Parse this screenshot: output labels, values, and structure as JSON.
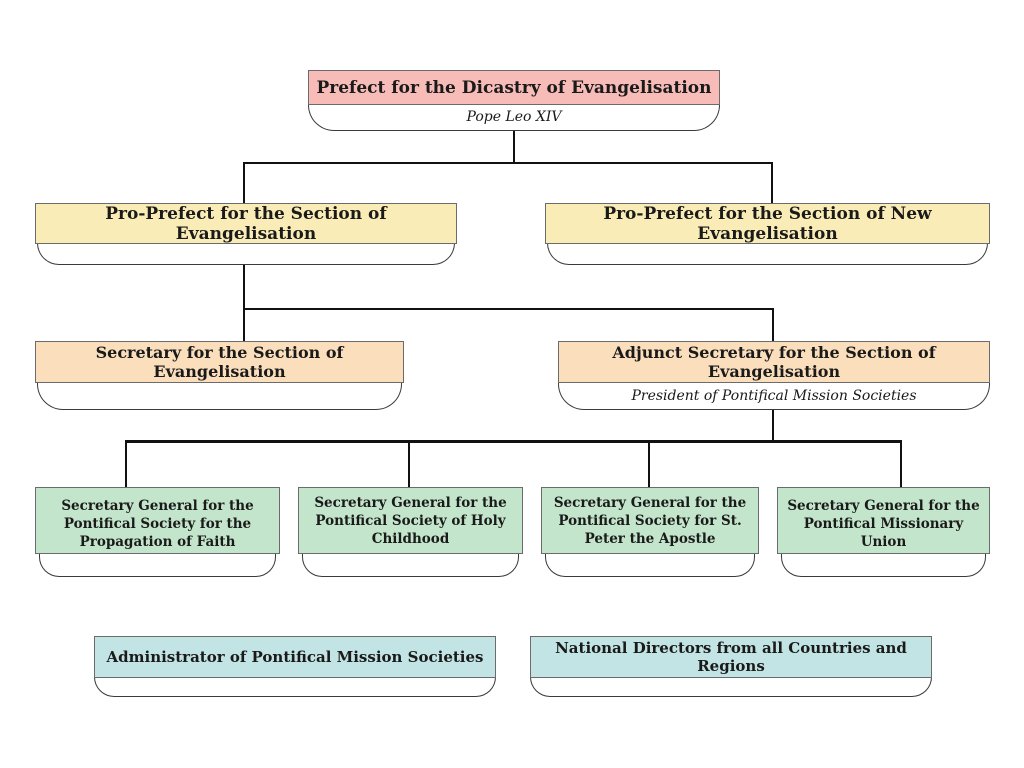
{
  "colors": {
    "prefect": "#f8bcb8",
    "pro_prefect": "#f9ecb6",
    "secretary": "#fbdfbd",
    "secretary_general": "#c3e5cb",
    "administration": "#c3e4e4",
    "lines": "#111111"
  },
  "prefect": {
    "title": "Prefect for the Dicastry of Evangelisation",
    "holder": "Pope Leo XIV"
  },
  "pro_prefects": [
    {
      "title": "Pro-Prefect for the Section of Evangelisation",
      "holder": ""
    },
    {
      "title": "Pro-Prefect for the Section of New Evangelisation",
      "holder": ""
    }
  ],
  "secretaries": [
    {
      "title": "Secretary for the Section of Evangelisation",
      "holder": ""
    },
    {
      "title": "Adjunct Secretary for the Section of Evangelisation",
      "holder": "President of Pontifical Mission Societies"
    }
  ],
  "secretaries_general": [
    {
      "title": "Secretary General for the Pontifical Society for the Propagation of Faith"
    },
    {
      "title": "Secretary General for the Pontifical Society of Holy Childhood"
    },
    {
      "title": "Secretary General for the Pontifical Society for St. Peter the Apostle"
    },
    {
      "title": "Secretary General for the Pontifical Missionary Union"
    }
  ],
  "administration": [
    {
      "title": "Administrator of Pontifical Mission Societies"
    },
    {
      "title": "National Directors from all Countries and Regions"
    }
  ]
}
